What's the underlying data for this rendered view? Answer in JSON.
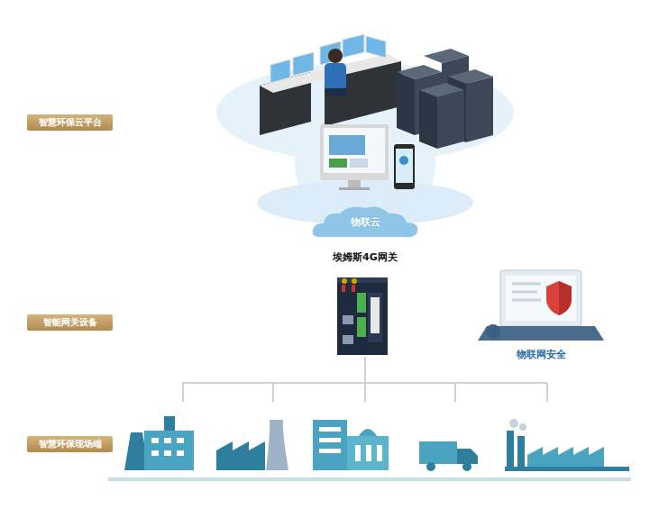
{
  "diagram": {
    "nodes": [
      {
        "text": [
          "智慧环保云平台"
        ]
      },
      {
        "text": [
          "物联云"
        ]
      },
      {
        "text": [
          "智能网关设备"
        ]
      },
      {
        "text": [
          "智慧环保现场端"
        ]
      }
    ],
    "labels": [
      "埃姆斯4G网关",
      "物联网安全"
    ]
  }
}
